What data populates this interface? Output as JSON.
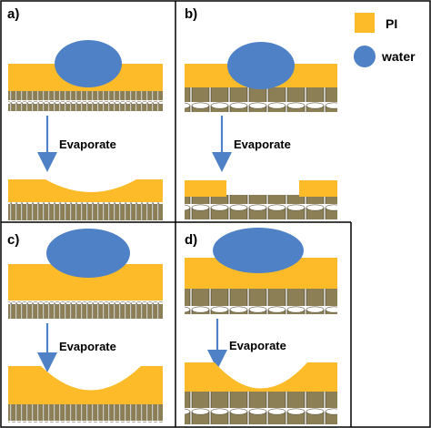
{
  "panels": {
    "a": {
      "label": "a)",
      "arrow_text": "Evaporate"
    },
    "b": {
      "label": "b)",
      "arrow_text": "Evaporate"
    },
    "c": {
      "label": "c)",
      "arrow_text": "Evaporate"
    },
    "d": {
      "label": "d)",
      "arrow_text": "Evaporate"
    }
  },
  "legend": [
    {
      "label": "PI",
      "color": "#FDBB2A",
      "icon": "orange-square"
    },
    {
      "label": "water",
      "color": "#4F81C6",
      "icon": "blue-ellipse"
    }
  ],
  "colors": {
    "pi": "#FDBB2A",
    "water": "#4F81C6",
    "pillar": "#8C7F55",
    "arrow": "#4F81C6",
    "frame": "#000000"
  }
}
